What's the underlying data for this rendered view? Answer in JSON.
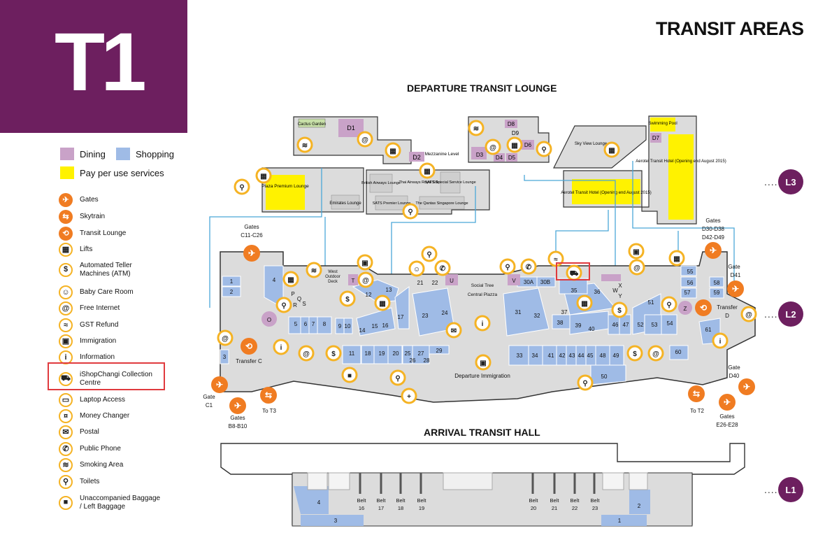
{
  "terminal": "T1",
  "title": "TRANSIT AREAS",
  "sections": {
    "departure": "DEPARTURE TRANSIT LOUNGE",
    "arrival": "ARRIVAL TRANSIT HALL"
  },
  "levels": [
    "L3",
    "L2",
    "L1"
  ],
  "legend_colors": [
    {
      "label": "Dining",
      "color": "#c9a2c8"
    },
    {
      "label": "Shopping",
      "color": "#9fbbe6"
    },
    {
      "label": "Pay per use services",
      "color": "#fff200"
    }
  ],
  "legend_items": [
    {
      "label": "Gates",
      "icon": "plane-icon",
      "style": "orange",
      "glyph": "✈"
    },
    {
      "label": "Skytrain",
      "icon": "skytrain-icon",
      "style": "orange",
      "glyph": "⇆"
    },
    {
      "label": "Transit Lounge",
      "icon": "transit-lounge-icon",
      "style": "orange",
      "glyph": "⟲"
    },
    {
      "label": "Lifts",
      "icon": "lift-icon",
      "style": "ring",
      "glyph": "▦"
    },
    {
      "label": "Automated Teller Machines (ATM)",
      "icon": "atm-icon",
      "style": "ring",
      "glyph": "$"
    },
    {
      "label": "Baby Care Room",
      "icon": "baby-care-icon",
      "style": "ring",
      "glyph": "☺"
    },
    {
      "label": "Free Internet",
      "icon": "internet-icon",
      "style": "ring",
      "glyph": "@"
    },
    {
      "label": "GST Refund",
      "icon": "gst-refund-icon",
      "style": "ring",
      "glyph": "≈"
    },
    {
      "label": "Immigration",
      "icon": "immigration-icon",
      "style": "ring",
      "glyph": "▣"
    },
    {
      "label": "Information",
      "icon": "information-icon",
      "style": "ring",
      "glyph": "i"
    },
    {
      "label": "iShopChangi Collection Centre",
      "icon": "cart-icon",
      "style": "ring",
      "glyph": "⛟"
    },
    {
      "label": "Laptop Access",
      "icon": "laptop-icon",
      "style": "ring",
      "glyph": "▭"
    },
    {
      "label": "Money Changer",
      "icon": "money-changer-icon",
      "style": "ring",
      "glyph": "¤"
    },
    {
      "label": "Postal",
      "icon": "postal-icon",
      "style": "ring",
      "glyph": "✉"
    },
    {
      "label": "Public Phone",
      "icon": "phone-icon",
      "style": "ring",
      "glyph": "✆"
    },
    {
      "label": "Smoking Area",
      "icon": "smoking-icon",
      "style": "ring",
      "glyph": "≋"
    },
    {
      "label": "Toilets",
      "icon": "toilet-icon",
      "style": "ring",
      "glyph": "⚲"
    },
    {
      "label": "Unaccompanied Baggage / Left Baggage",
      "icon": "baggage-icon",
      "style": "ring",
      "glyph": "■"
    }
  ],
  "colors": {
    "purple": "#6d1f5f",
    "dining": "#c9a2c8",
    "shopping": "#9fbbe6",
    "pay": "#fff200",
    "gray_area": "#dcdcdc",
    "orange": "#f07c22",
    "ring": "#f5b324",
    "path": "#4ba7d8",
    "highlight": "#e03a3e"
  },
  "map": {
    "lounges": {
      "plaza_premium": "Plaza Premium Lounge",
      "emirates": "Emirates Lounge",
      "british": "British Airways Lounge",
      "thai": "Thai Airways Royal Silk Lounge",
      "sats_special": "SATS Special Service Lounge",
      "sats_premier": "SATS Premier Lounge",
      "qantas": "The Qantas Singapore Lounge",
      "sky_view": "Sky View Lounge",
      "aerotel_l3": "Aerotel Transit Hotel (Opening end August 2015)",
      "aerotel_l2": "Aerotel Transit Hotel (Opening end August 2015)",
      "swimming_pool": "Swimming Pool",
      "cactus": "Cactus Garden",
      "mezzanine": "Mezzanine Level",
      "west_deck": "West Outdoor Deck"
    },
    "places": {
      "social_tree": "Social Tree",
      "central_plaza": "Central Plazza",
      "departure_immigration": "Departure Immigration"
    },
    "gates": {
      "c11_c26": "Gates C11-C26",
      "d30_d38": "Gates D30-D38 D42-D49",
      "d41": "Gate D41",
      "d40": "Gate D40",
      "c1": "Gate C1",
      "b8_b10": "Gates B8-B10",
      "e26_e28": "Gates E26-E28",
      "to_t3": "To T3",
      "to_t2": "To T2",
      "transfer_c": "Transfer C",
      "transfer_d": "Transfer D"
    },
    "dining_codes": [
      "D1",
      "D2",
      "D3",
      "D4",
      "D5",
      "D6",
      "D7",
      "D8",
      "D9",
      "O",
      "P",
      "Q",
      "R",
      "S",
      "T",
      "U",
      "V",
      "W",
      "X",
      "Y",
      "Z"
    ],
    "shop_numbers": [
      "1",
      "2",
      "3",
      "4",
      "5",
      "6",
      "7",
      "8",
      "9",
      "10",
      "11",
      "12",
      "13",
      "14",
      "15",
      "16",
      "17",
      "18",
      "19",
      "20",
      "21",
      "22",
      "23",
      "24",
      "25",
      "26",
      "27",
      "28",
      "29",
      "30A",
      "30B",
      "31",
      "32",
      "33",
      "34",
      "35",
      "36",
      "37",
      "38",
      "39",
      "40",
      "41",
      "42",
      "43",
      "44",
      "45",
      "46",
      "47",
      "48",
      "49",
      "50",
      "51",
      "52",
      "53",
      "54",
      "55",
      "56",
      "57",
      "58",
      "59",
      "60",
      "61"
    ],
    "belts": [
      {
        "label": "Belt",
        "num": "16"
      },
      {
        "label": "Belt",
        "num": "17"
      },
      {
        "label": "Belt",
        "num": "18"
      },
      {
        "label": "Belt",
        "num": "19"
      },
      {
        "label": "Belt",
        "num": "20"
      },
      {
        "label": "Belt",
        "num": "21"
      },
      {
        "label": "Belt",
        "num": "22"
      },
      {
        "label": "Belt",
        "num": "23"
      }
    ],
    "arrival_shops": [
      "4",
      "3",
      "2",
      "1"
    ]
  }
}
